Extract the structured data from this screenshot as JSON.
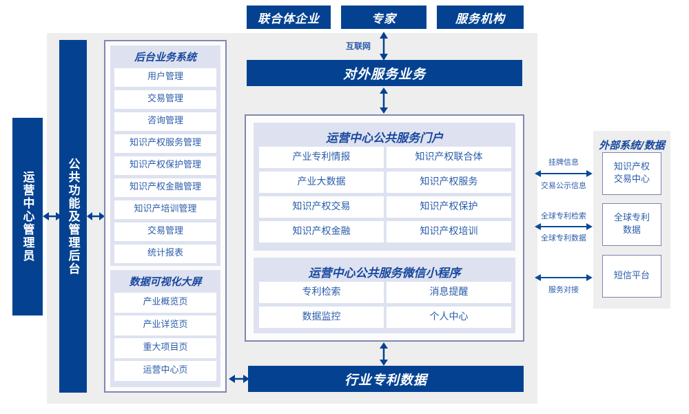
{
  "top_actors": [
    {
      "label": "联合体企业"
    },
    {
      "label": "专家"
    },
    {
      "label": "服务机构"
    }
  ],
  "connectors": {
    "internet": "互联网",
    "external": [
      {
        "above": "挂牌信息",
        "below": "交易公示信息"
      },
      {
        "above": "全球专利检索",
        "below": "全球专利数据"
      },
      {
        "above": "",
        "below": "服务对接"
      }
    ]
  },
  "external_systems": {
    "title": "外部系统/数据",
    "items": [
      {
        "label": "知识产权\n交易中心"
      },
      {
        "label": "全球专利\n数据"
      },
      {
        "label": "短信平台"
      }
    ]
  },
  "vertical_bars": [
    {
      "label": "运营中心管理员"
    },
    {
      "label": "公共功能及管理后台"
    }
  ],
  "backend_system": {
    "title": "后台业务系统",
    "items": [
      {
        "label": "用户管理"
      },
      {
        "label": "交易管理"
      },
      {
        "label": "咨询管理"
      },
      {
        "label": "知识产权服务管理"
      },
      {
        "label": "知识产权保护管理"
      },
      {
        "label": "知识产权金融管理"
      },
      {
        "label": "知识产培训管理"
      },
      {
        "label": "交易管理"
      },
      {
        "label": "统计报表"
      }
    ]
  },
  "dataviz": {
    "title": "数据可视化大屏",
    "items": [
      {
        "label": "产业概览页"
      },
      {
        "label": "产业详览页"
      },
      {
        "label": "重大项目页"
      },
      {
        "label": "运营中心页"
      }
    ]
  },
  "external_service": {
    "title": "对外服务业务"
  },
  "portal": {
    "title": "运营中心公共服务门户",
    "items": [
      {
        "label": "产业专利情报"
      },
      {
        "label": "知识产权联合体"
      },
      {
        "label": "产业大数据"
      },
      {
        "label": "知识产权服务"
      },
      {
        "label": "知识产权交易"
      },
      {
        "label": "知识产权保护"
      },
      {
        "label": "知识产权金融"
      },
      {
        "label": "知识产权培训"
      }
    ]
  },
  "miniapp": {
    "title": "运营中心公共服务微信小程序",
    "items": [
      {
        "label": "专利检索"
      },
      {
        "label": "消息提醒"
      },
      {
        "label": "数据监控"
      },
      {
        "label": "个人中心"
      }
    ]
  },
  "industry_data": {
    "title": "行业专利数据"
  },
  "colors": {
    "brand_blue": "#044291",
    "text_blue": "#2a5caa",
    "panel_gray": "#eeeeee",
    "panel_lavender": "#dee2f0",
    "border_purple": "#8086b0"
  }
}
